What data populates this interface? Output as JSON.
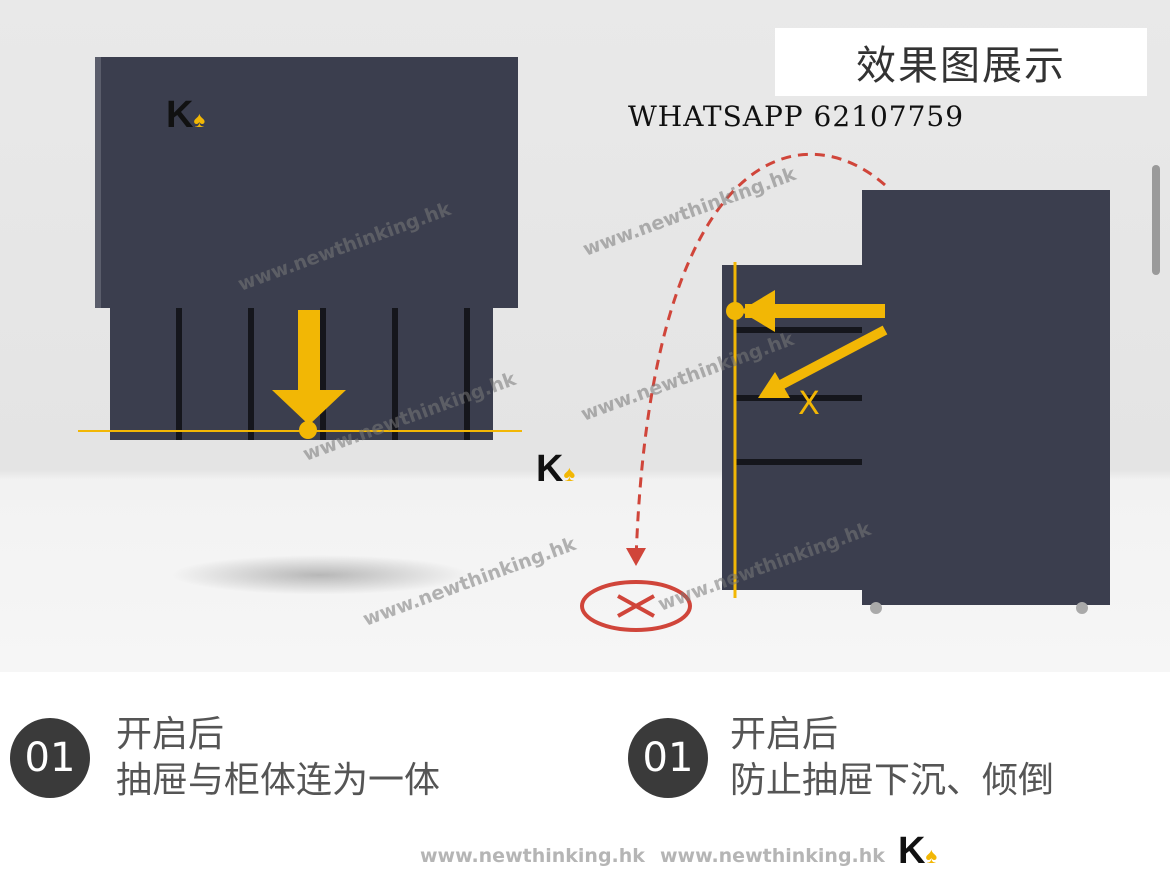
{
  "title_box": "效果图展示",
  "contact": "WHATSAPP 62107759",
  "watermark": "www.newthinking.hk",
  "logo_text": "K",
  "left_panel": {
    "number": "01",
    "line1": "开启后",
    "line2": "抽屉与柜体连为一体"
  },
  "right_panel": {
    "number": "01",
    "line1": "开启后",
    "line2": "防止抽屉下沉、倾倒"
  },
  "error_mark": "X",
  "colors": {
    "cabinet": "#3b3e4e",
    "arrow": "#f2b705",
    "warning": "#d0453a"
  }
}
